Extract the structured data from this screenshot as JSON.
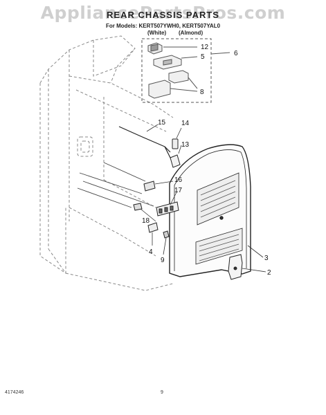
{
  "watermark": "AppliancePartsPros.com",
  "title": "REAR CHASSIS PARTS",
  "models_line": "For Models: KERT507YWH0, KERT507YAL0",
  "columns": {
    "white": "(White)",
    "almond": "(Almond)"
  },
  "callouts": [
    "12",
    "5",
    "6",
    "8",
    "15",
    "14",
    "13",
    "16",
    "17",
    "18",
    "4",
    "9",
    "3",
    "2"
  ],
  "footer": {
    "part_number": "4174246",
    "page": "9"
  }
}
